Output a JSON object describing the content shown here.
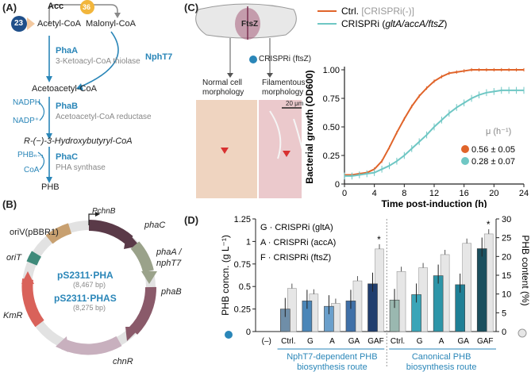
{
  "panels": {
    "a": "(A)",
    "b": "(B)",
    "c": "(C)",
    "d": "(D)"
  },
  "pathway": {
    "acc": "Acc",
    "acc_badge": "36",
    "acetyl_badge": "23",
    "acetyl_coa": "Acetyl-CoA",
    "malonyl_coa": "Malonyl-CoA",
    "phaA": "PhaA",
    "phaA_desc": "3-Ketoacyl-CoA thiolase",
    "nphT7": "NphT7",
    "acetoacetyl_coa": "Acetoacetyl-CoA",
    "nadph": "NADPH",
    "nadp": "NADP⁺",
    "phaB": "PhaB",
    "phaB_desc": "Acetoacetyl-CoA reductase",
    "hb_coa": "R-(−)-3-Hydroxybutyryl-CoA",
    "phb_n1": "PHBₙ₋₁",
    "coa": "CoA",
    "phaC": "PhaC",
    "phaC_desc": "PHA synthase",
    "phb": "PHB"
  },
  "plasmid": {
    "oriV": "oriV(pBBR1)",
    "PchnB": "PchnB",
    "phaC": "phaC",
    "phaA": "phaA /",
    "nphT7": "nphT7",
    "phaB": "phaB",
    "chnR": "chnR",
    "KmR": "KmR",
    "oriT": "oriT",
    "name1": "pS2311·PHA",
    "size1": "(8,467 bp)",
    "name2": "pS2311·PHAS",
    "size2": "(8,275 bp)",
    "colors": {
      "phaC": "#5a3a48",
      "phaA": "#9aa28a",
      "phaB": "#8a5a6a",
      "chnR": "#c8b0be",
      "KmR": "#d9625a",
      "oriT": "#3f8a7a",
      "oriV": "#c8a070"
    }
  },
  "cells": {
    "ftsz": "FtsZ",
    "crispri": "CRISPRi (ftsZ)",
    "normal": "Normal cell",
    "normal2": "morphology",
    "filament": "Filamentous",
    "filament2": "morphology",
    "scale": "20 μm"
  },
  "chart_data": [
    {
      "type": "line",
      "title": "",
      "xlabel": "Time post-induction (h)",
      "ylabel": "Bacterial growth (OD600)",
      "xlim": [
        0,
        24
      ],
      "ylim": [
        0,
        1.0
      ],
      "xticks": [
        0,
        4,
        8,
        12,
        16,
        20,
        24
      ],
      "yticks": [
        0,
        0.25,
        0.5,
        0.75,
        1.0
      ],
      "ytick_labels": [
        "0",
        "0.25",
        "0.50",
        "0.75",
        "1.00"
      ],
      "legend": [
        {
          "label": "Ctrl. ",
          "label2": "[CRISPRi(-)]",
          "color": "#e0642a"
        },
        {
          "label": "CRISPRi (",
          "label2": "gltA/accA/ftsZ",
          "label3": ")",
          "color": "#6fc7c4"
        }
      ],
      "mu_title": "μ (h⁻¹)",
      "mu_values": [
        "0.56 ± 0.05",
        "0.28 ± 0.07"
      ],
      "series": [
        {
          "name": "Ctrl. [CRISPRi(-)]",
          "color": "#e0642a",
          "x": [
            0,
            1,
            2,
            3,
            4,
            5,
            6,
            7,
            8,
            9,
            10,
            11,
            12,
            13,
            14,
            15,
            16,
            17,
            18,
            19,
            20,
            21,
            22,
            23,
            24
          ],
          "y": [
            0.08,
            0.08,
            0.09,
            0.1,
            0.13,
            0.2,
            0.32,
            0.45,
            0.57,
            0.68,
            0.77,
            0.84,
            0.9,
            0.94,
            0.97,
            0.98,
            0.99,
            1.0,
            1.0,
            1.0,
            1.0,
            1.0,
            1.0,
            1.0,
            1.0
          ]
        },
        {
          "name": "CRISPRi (gltA/accA/ftsZ)",
          "color": "#6fc7c4",
          "x": [
            0,
            1,
            2,
            3,
            4,
            5,
            6,
            7,
            8,
            9,
            10,
            11,
            12,
            13,
            14,
            15,
            16,
            17,
            18,
            19,
            20,
            21,
            22,
            23,
            24
          ],
          "y": [
            0.07,
            0.07,
            0.08,
            0.09,
            0.1,
            0.13,
            0.16,
            0.2,
            0.25,
            0.31,
            0.37,
            0.43,
            0.5,
            0.56,
            0.62,
            0.67,
            0.71,
            0.75,
            0.78,
            0.8,
            0.81,
            0.82,
            0.82,
            0.82,
            0.82
          ]
        }
      ]
    },
    {
      "type": "bar",
      "ylabel_left": "PHB concn. (g L⁻¹)",
      "ylabel_right": "PHB content (%)",
      "ylim_left": [
        0,
        1.25
      ],
      "yticks_left": [
        "0",
        "0.25",
        "0.5",
        "0.75",
        "1",
        "1.25"
      ],
      "ylim_right": [
        0,
        30
      ],
      "yticks_right": [
        "0",
        "5",
        "10",
        "15",
        "20",
        "25",
        "30"
      ],
      "legend": [
        "G · CRISPRi (gltA)",
        "A · CRISPRi (accA)",
        "F · CRISPRi (ftsZ)"
      ],
      "categories": [
        "(–)",
        "Ctrl.",
        "G",
        "A",
        "GA",
        "GAF",
        "Ctrl.",
        "G",
        "A",
        "GA",
        "GAF"
      ],
      "groups": [
        "NphT7-dependent PHB biosynthesis route",
        "Canonical PHB biosynthesis route"
      ],
      "concn": [
        0,
        0.25,
        0.34,
        0.28,
        0.34,
        0.53,
        0.35,
        0.41,
        0.62,
        0.52,
        0.92
      ],
      "content": [
        0,
        11.5,
        10,
        7.5,
        13.5,
        22,
        16,
        17,
        20.5,
        23.5,
        26
      ],
      "significance": [
        "",
        "",
        "",
        "",
        "",
        "*",
        "",
        "",
        "",
        "",
        "*"
      ],
      "bar_colors": [
        "#ffffff",
        "#6f8ea8",
        "#4b86b8",
        "#6a9fcb",
        "#3f70a8",
        "#203e6e",
        "#9ab8b0",
        "#3aa5b8",
        "#2d95a8",
        "#1f7f95",
        "#1a4f5e"
      ]
    }
  ]
}
